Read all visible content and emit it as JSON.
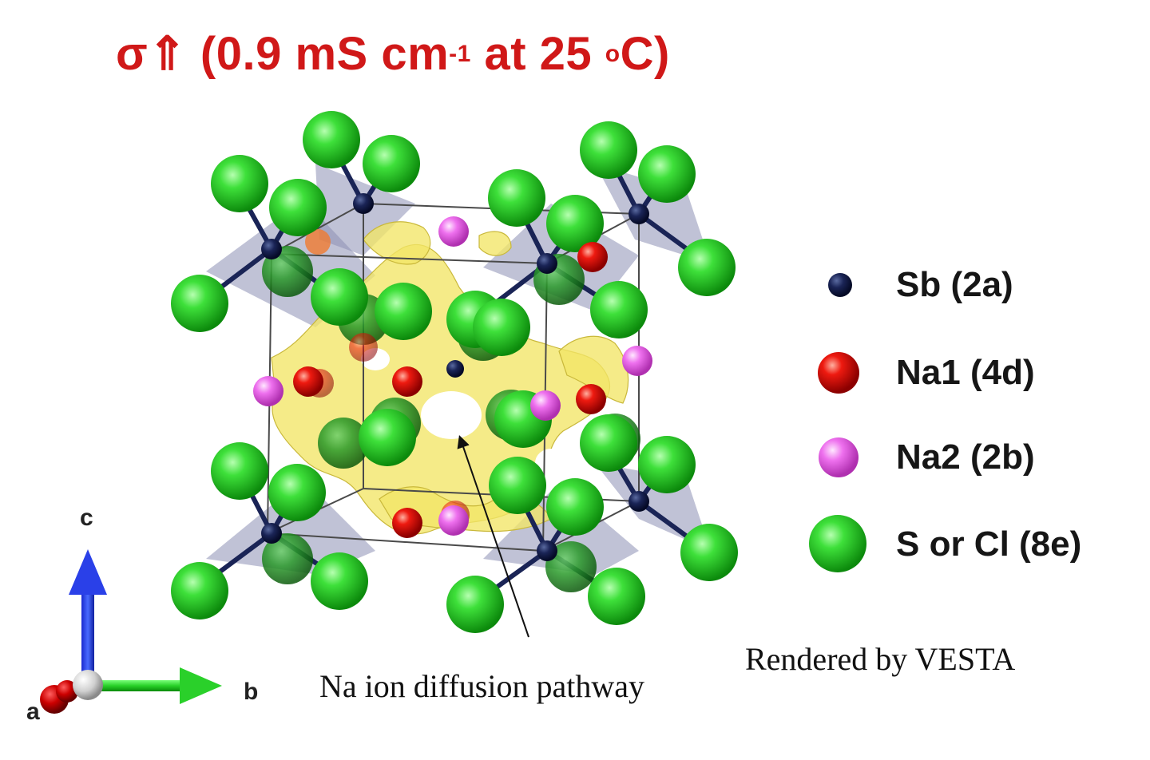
{
  "title": {
    "symbol": "σ⇑",
    "prefix": " (0.9 mS cm",
    "exponent": "-1",
    "middle": " at 25 ",
    "degree": "o",
    "suffix": "C)"
  },
  "legend": [
    {
      "label": "Sb (2a)",
      "color": "#101a4a",
      "icon": "small-navy-sphere"
    },
    {
      "label": "Na1 (4d)",
      "color": "#e01010",
      "icon": "red-sphere"
    },
    {
      "label": "Na2 (2b)",
      "color": "#ee66ee",
      "icon": "pink-sphere"
    },
    {
      "label": "S or Cl (8e)",
      "color": "#22cc22",
      "icon": "green-sphere"
    }
  ],
  "annotations": {
    "pathway": "Na ion diffusion pathway",
    "credit": "Rendered by VESTA"
  },
  "axes": {
    "a": "a",
    "b": "b",
    "c": "c"
  }
}
